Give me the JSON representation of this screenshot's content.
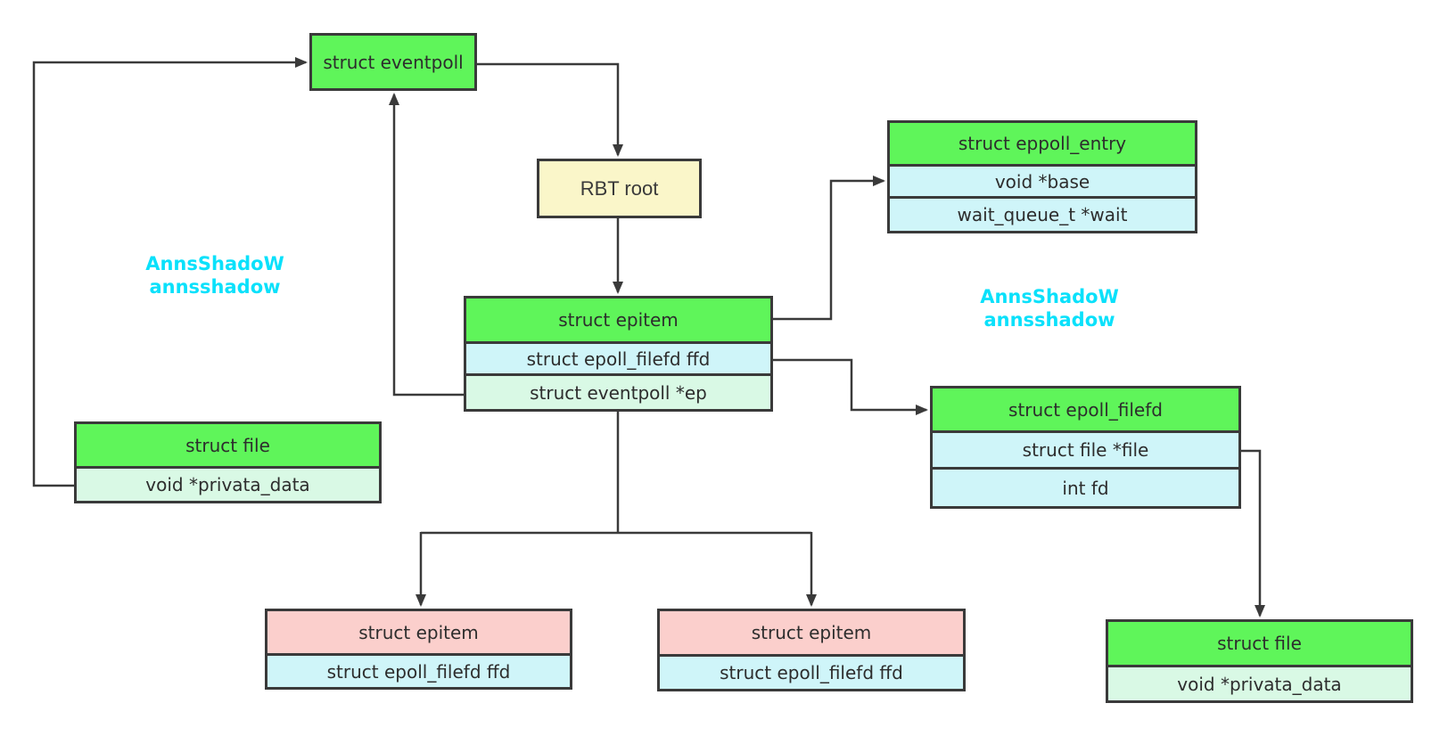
{
  "diagram": {
    "nodes": {
      "eventpoll": {
        "title": "struct eventpoll"
      },
      "rbt_root": {
        "title": "RBT root"
      },
      "epitem_main": {
        "title": "struct epitem",
        "rows": [
          "struct epoll_filefd ffd",
          "struct eventpoll *ep"
        ]
      },
      "eppoll_entry": {
        "title": "struct eppoll_entry",
        "rows": [
          "void *base",
          "wait_queue_t *wait"
        ]
      },
      "file_left": {
        "title": "struct file",
        "rows": [
          "void *privata_data"
        ]
      },
      "epoll_filefd": {
        "title": "struct epoll_filefd",
        "rows": [
          "struct file *file",
          "int fd"
        ]
      },
      "epitem_child_left": {
        "title": "struct epitem",
        "rows": [
          "struct epoll_filefd ffd"
        ]
      },
      "epitem_child_right": {
        "title": "struct epitem",
        "rows": [
          "struct epoll_filefd ffd"
        ]
      },
      "file_bottom": {
        "title": "struct file",
        "rows": [
          "void *privata_data"
        ]
      }
    },
    "watermarks": [
      {
        "line1": "AnnsShadoW",
        "line2": "annsshadow"
      },
      {
        "line1": "AnnsShadoW",
        "line2": "annsshadow"
      }
    ],
    "colors": {
      "header_green": "#5ff55a",
      "row_cyan": "#cff5f9",
      "row_mint": "#d9f9e5",
      "header_pink": "#fbcfcc",
      "fill_cream": "#faf6c9",
      "line": "#3a3a3a",
      "watermark_cyan": "#0ae1fb"
    }
  }
}
